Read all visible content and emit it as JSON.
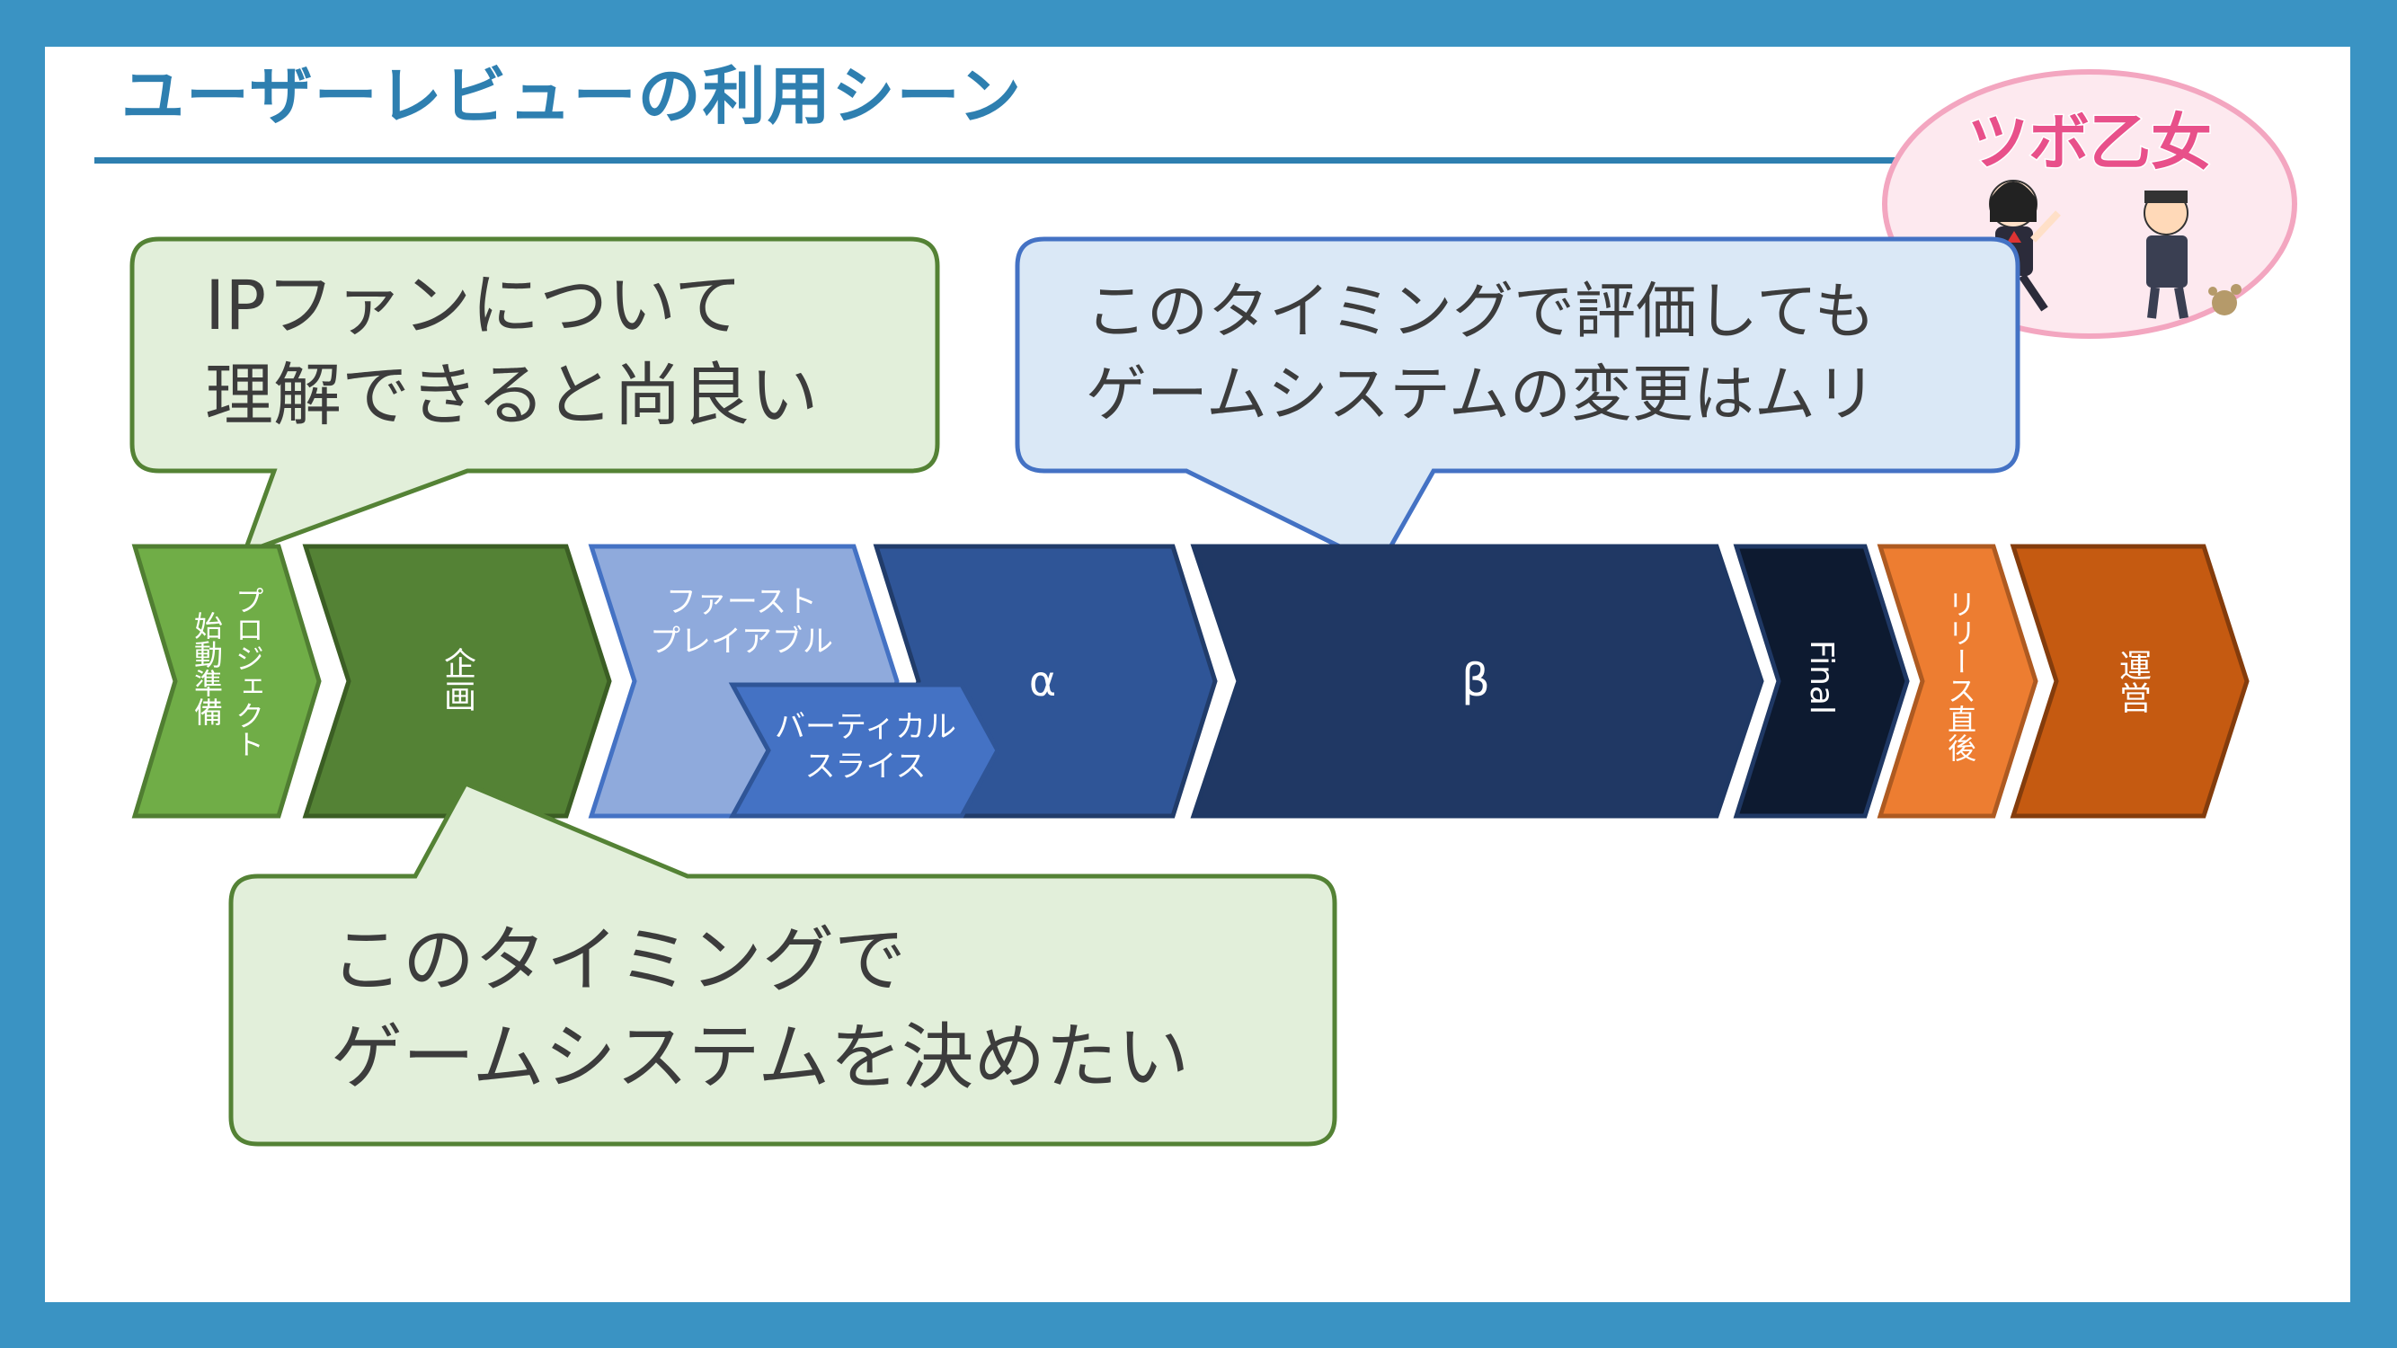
{
  "title": "ユーザーレビューの利用シーン",
  "logo": {
    "text": "ツボ乙女",
    "icon": "running-schoolgirl-and-old-man-illustration"
  },
  "bubbles": {
    "ip_fan": {
      "lines": [
        "IPファンについて",
        "理解できると尚良い"
      ]
    },
    "beta_note": {
      "lines": [
        "このタイミングで評価しても",
        "ゲームシステムの変更はムリ"
      ]
    },
    "planning_note": {
      "lines": [
        "このタイミングで",
        "ゲームシステムを決めたい"
      ]
    }
  },
  "phases": {
    "prep": {
      "col1": "プロジェクト",
      "col2": "始動準備"
    },
    "planning": "企画",
    "first_playable": {
      "line1": "ファースト",
      "line2": "プレイアブル"
    },
    "vertical_slice": {
      "line1": "バーティカル",
      "line2": "スライス"
    },
    "alpha": "α",
    "beta": "β",
    "final": "Final",
    "release": "リリース直後",
    "operation": "運営"
  },
  "colors": {
    "frame": "#3a93c3",
    "title": "#2e7fb0",
    "prep": "#70ad47",
    "planning": "#548235",
    "first_playable": "#8faadc",
    "vertical_slice": "#4472c4",
    "alpha": "#2f5597",
    "beta": "#203864",
    "final": "#0d1a30",
    "release": "#ed7d31",
    "operation": "#c55a11",
    "bubble_green_fill": "#e2efda",
    "bubble_green_stroke": "#548235",
    "bubble_blue_fill": "#dae8f6",
    "bubble_blue_stroke": "#4472c4"
  }
}
